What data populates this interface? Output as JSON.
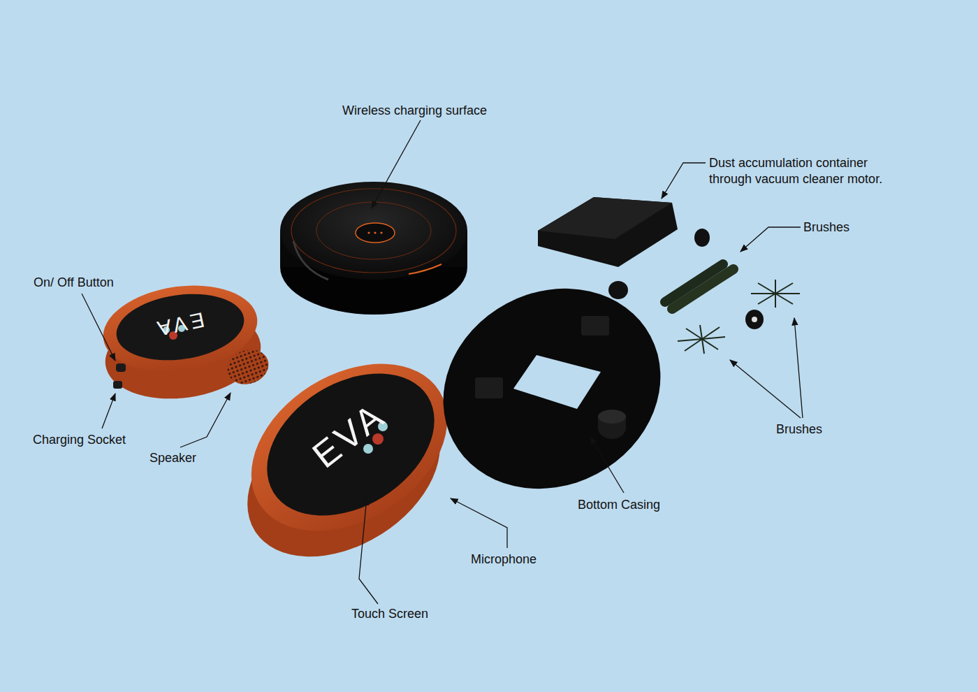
{
  "diagram": {
    "labels": [
      "Wireless charging surface",
      "Dust accumulation container through vacuum cleaner motor.",
      "Brushes",
      "On/ Off Button",
      "Charging Socket",
      "Speaker",
      "Bottom Casing",
      "Microphone",
      "Touch Screen",
      "Brushes",
      "EVA",
      "EVA"
    ]
  }
}
